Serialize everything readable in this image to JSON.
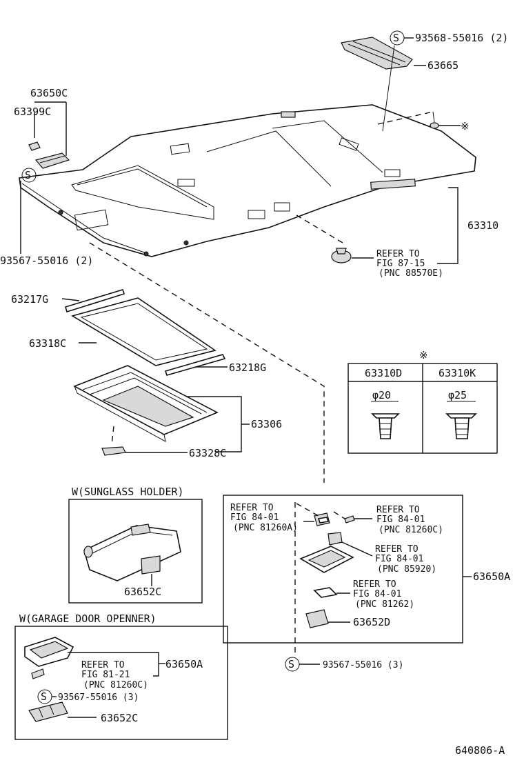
{
  "labels": {
    "p93568": "93568-55016 (2)",
    "p63665": "63665",
    "p63650C": "63650C",
    "p63399C": "63399C",
    "p93567_top": "93567-55016 (2)",
    "p63310": "63310",
    "ref_87_1": "REFER TO",
    "ref_87_2": "FIG 87-15",
    "ref_87_3": "(PNC 88570E)",
    "p63217G": "63217G",
    "p63318C": "63318C",
    "p63218G": "63218G",
    "p63306": "63306",
    "p63328C": "63328C",
    "asterisk": "※",
    "clip_d": "63310D",
    "clip_k": "63310K",
    "dia20": "φ20",
    "dia25": "φ25",
    "sunglass_title": "W(SUNGLASS HOLDER)",
    "p63652C_a": "63652C",
    "map_ref1_1": "REFER TO",
    "map_ref1_2": "FIG 84-01",
    "map_ref1_3": "(PNC 81260A)",
    "map_ref2_1": "REFER TO",
    "map_ref2_2": "FIG 84-01",
    "map_ref2_3": "(PNC 81260C)",
    "map_ref3_1": "REFER TO",
    "map_ref3_2": "FIG 84-01",
    "map_ref3_3": "(PNC 85920)",
    "map_ref4_1": "REFER TO",
    "map_ref4_2": "FIG 84-01",
    "map_ref4_3": "(PNC 81262)",
    "p63652D": "63652D",
    "p63650A_main": "63650A",
    "p93567_map": "93567-55016 (3)",
    "garage_title": "W(GARAGE DOOR OPENNER)",
    "gar_ref_1": "REFER TO",
    "gar_ref_2": "FIG 81-21",
    "gar_ref_3": "(PNC 81260C)",
    "p63650A_gar": "63650A",
    "p93567_gar": "93567-55016 (3)",
    "p63652C_b": "63652C",
    "figure_id": "640806-A",
    "s_mark": "S"
  }
}
